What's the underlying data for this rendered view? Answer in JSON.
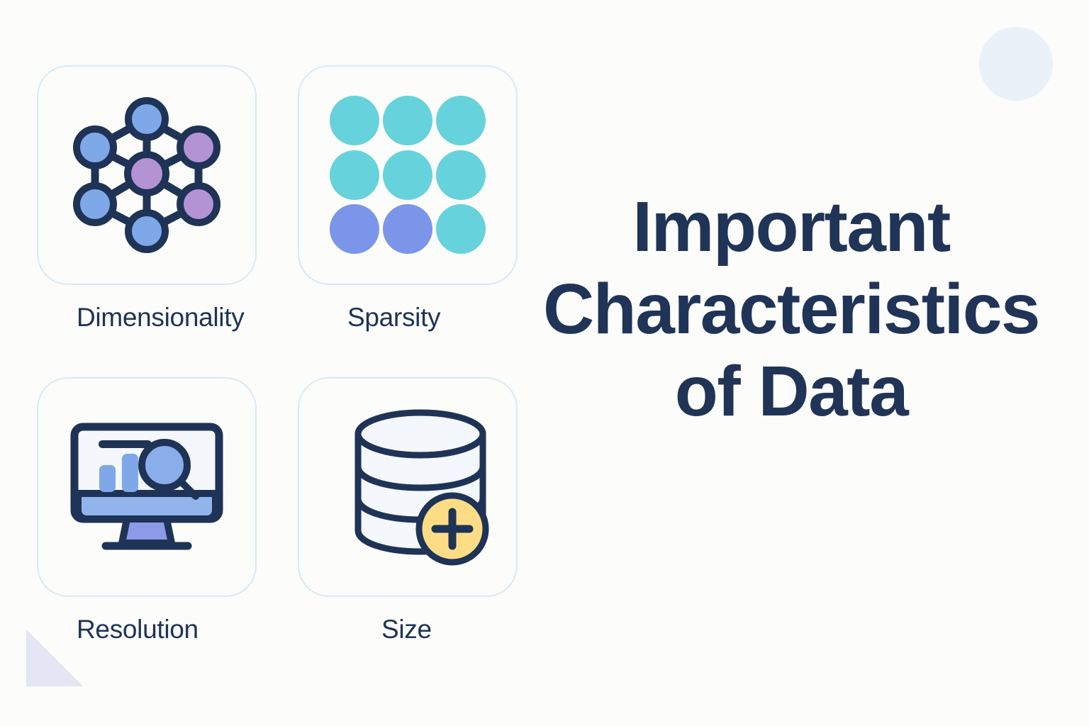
{
  "page": {
    "background_color": "#FCFCFA",
    "accent_navy": "#1E3356",
    "accent_blue": "#7FA8E8",
    "accent_purple": "#B393D3",
    "accent_teal": "#66D2DC",
    "accent_yellow": "#FCDD85",
    "card_border_color": "#D9EAF3"
  },
  "headline": {
    "line1": "Important",
    "line2": "Characteristics",
    "line3": "of Data",
    "color": "#203457"
  },
  "features": [
    {
      "id": "dimensionality",
      "label": "Dimensionality",
      "icon_name": "network-graph-icon",
      "icon_description": "Hexagonal node-link network with blue and purple nodes"
    },
    {
      "id": "sparsity",
      "label": "Sparsity",
      "icon_name": "dot-matrix-icon",
      "icon_description": "Three by three grid of circles, seven teal and two blue"
    },
    {
      "id": "resolution",
      "label": "Resolution",
      "icon_name": "monitor-chart-magnifier-icon",
      "icon_description": "Desktop monitor showing bar chart with magnifying glass"
    },
    {
      "id": "size",
      "label": "Size",
      "icon_name": "database-plus-icon",
      "icon_description": "Stacked database cylinder with yellow plus badge"
    }
  ],
  "decorations": {
    "top_right_circle_color": "#E9F1F9",
    "bottom_left_triangle_color": "#E4E5F5"
  },
  "icon_details": {
    "network": {
      "node_colors": [
        "#7FA8E8",
        "#7FA8E8",
        "#B393D3",
        "#B393D3",
        "#7FA8E8",
        "#7FA8E8",
        "#B393D3"
      ],
      "node_count": 7,
      "stroke_color": "#1E3356"
    },
    "sparsity": {
      "rows": 3,
      "columns": 3,
      "dot_colors": [
        [
          "#66D2DC",
          "#66D2DC",
          "#66D2DC"
        ],
        [
          "#66D2DC",
          "#66D2DC",
          "#66D2DC"
        ],
        [
          "#7B95E8",
          "#7B95E8",
          "#66D2DC"
        ]
      ]
    },
    "resolution": {
      "screen_fill": "#F4F7FB",
      "bar_fill": "#7FA8E8",
      "strip_fill": "#92B4EC",
      "stand_fill": "#8B9BE8",
      "lens_fill": "#8AAEEA",
      "bars": [
        2,
        3
      ]
    },
    "size": {
      "cylinder_fill": "#F4F7FB",
      "layers": 3,
      "badge_fill": "#FCDD85",
      "badge_glyph": "plus"
    }
  }
}
